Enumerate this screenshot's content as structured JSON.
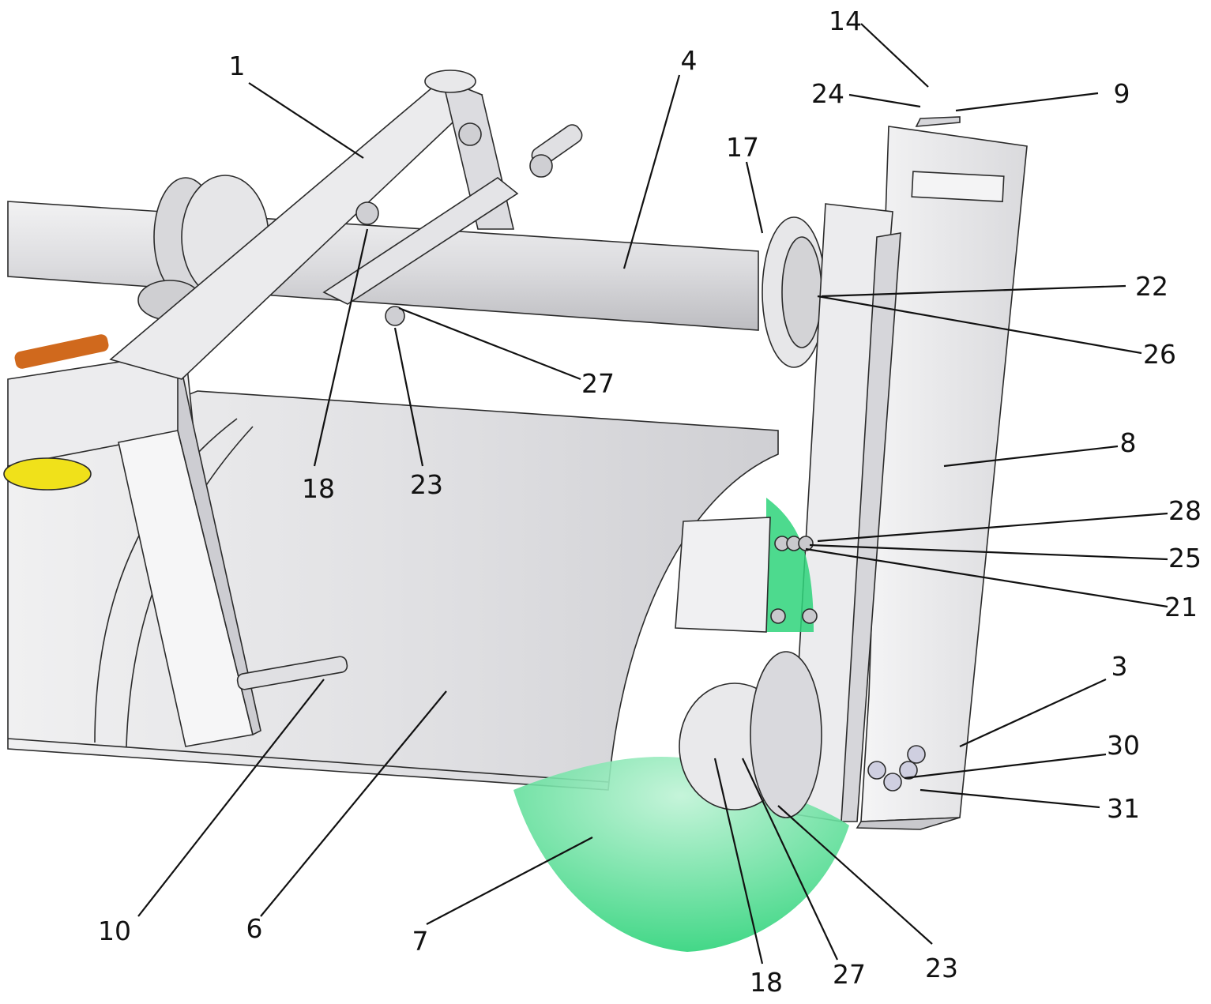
{
  "figure": {
    "labels": [
      {
        "id": "1",
        "text": "1"
      },
      {
        "id": "4",
        "text": "4"
      },
      {
        "id": "14",
        "text": "14"
      },
      {
        "id": "24",
        "text": "24"
      },
      {
        "id": "9",
        "text": "9"
      },
      {
        "id": "17",
        "text": "17"
      },
      {
        "id": "22",
        "text": "22"
      },
      {
        "id": "26",
        "text": "26"
      },
      {
        "id": "27a",
        "text": "27"
      },
      {
        "id": "18a",
        "text": "18"
      },
      {
        "id": "23a",
        "text": "23"
      },
      {
        "id": "8",
        "text": "8"
      },
      {
        "id": "28",
        "text": "28"
      },
      {
        "id": "25",
        "text": "25"
      },
      {
        "id": "21",
        "text": "21"
      },
      {
        "id": "3",
        "text": "3"
      },
      {
        "id": "30",
        "text": "30"
      },
      {
        "id": "31",
        "text": "31"
      },
      {
        "id": "10",
        "text": "10"
      },
      {
        "id": "6",
        "text": "6"
      },
      {
        "id": "7",
        "text": "7"
      },
      {
        "id": "18b",
        "text": "18"
      },
      {
        "id": "27b",
        "text": "27"
      },
      {
        "id": "23b",
        "text": "23"
      }
    ]
  },
  "colors": {
    "metal": "#e4e4e6",
    "metal_dark": "#b9b9bd",
    "metal_light": "#f3f3f4",
    "bristle": "#2ed37a",
    "handle": "#d0691d",
    "yellow": "#f0e11a",
    "line": "#111111"
  }
}
